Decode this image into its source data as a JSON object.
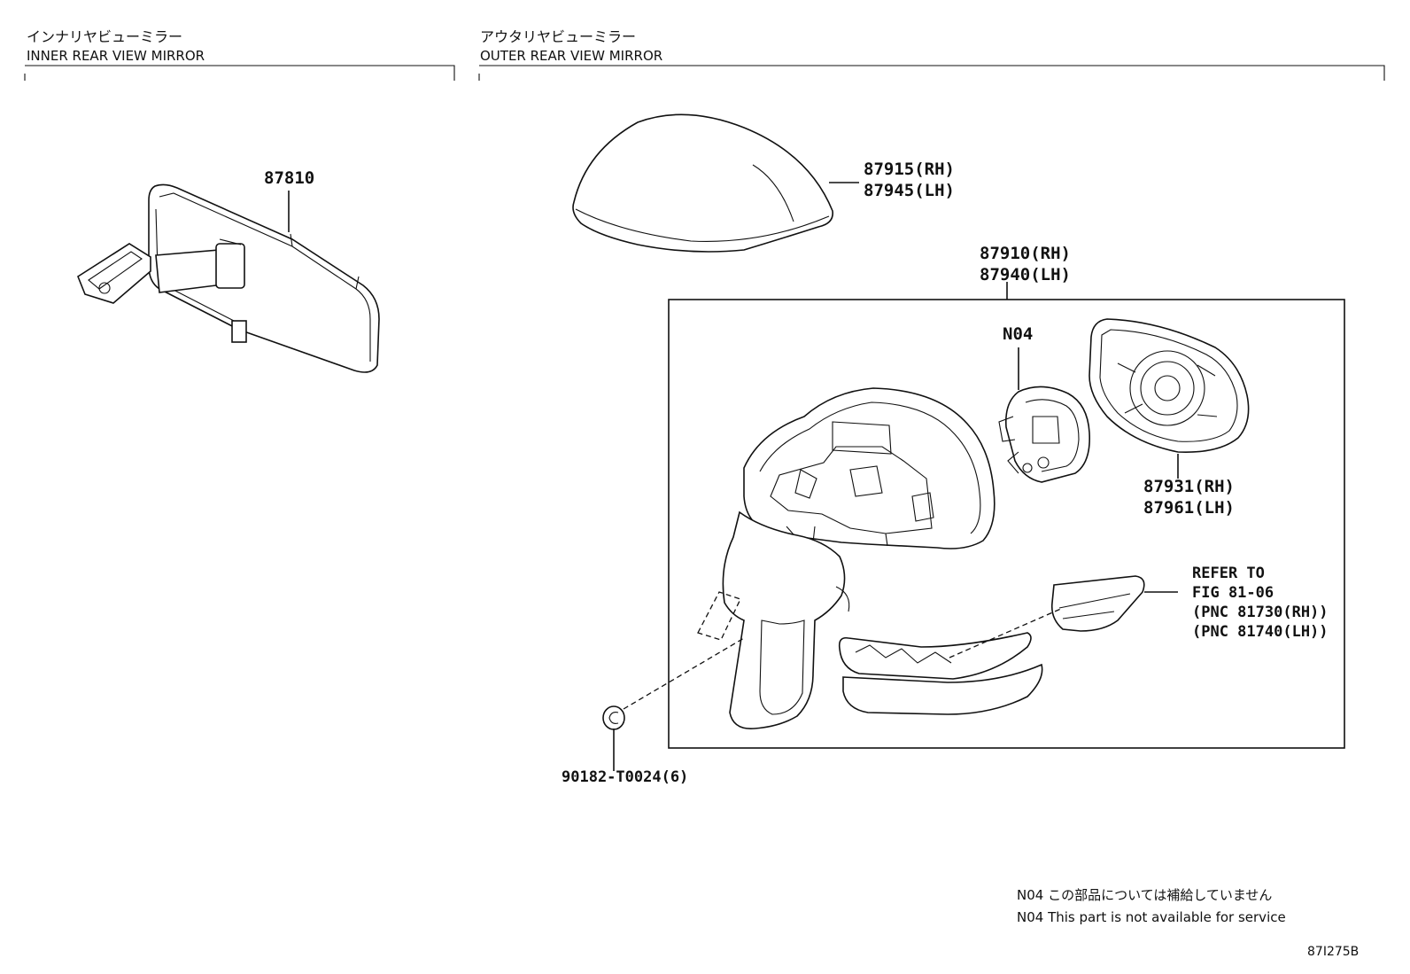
{
  "sections": {
    "inner": {
      "title_jp": "インナリヤビューミラー",
      "title_en": "INNER REAR VIEW MIRROR"
    },
    "outer": {
      "title_jp": "アウタリヤビューミラー",
      "title_en": "OUTER REAR VIEW MIRROR"
    }
  },
  "parts": {
    "inner_mirror": "87810",
    "cover_rh": "87915(RH)",
    "cover_lh": "87945(LH)",
    "assy_rh": "87910(RH)",
    "assy_lh": "87940(LH)",
    "motor": "N04",
    "glass_rh": "87931(RH)",
    "glass_lh": "87961(LH)",
    "screw": "90182-T0024(6)"
  },
  "refer": {
    "line1": "REFER TO",
    "line2": "FIG 81-06",
    "line3": "(PNC 81730(RH))",
    "line4": "(PNC 81740(LH))"
  },
  "notes": {
    "jp": "N04 この部品については補給していません",
    "en": "N04 This part is not available for service"
  },
  "figure_id": "87I275B"
}
